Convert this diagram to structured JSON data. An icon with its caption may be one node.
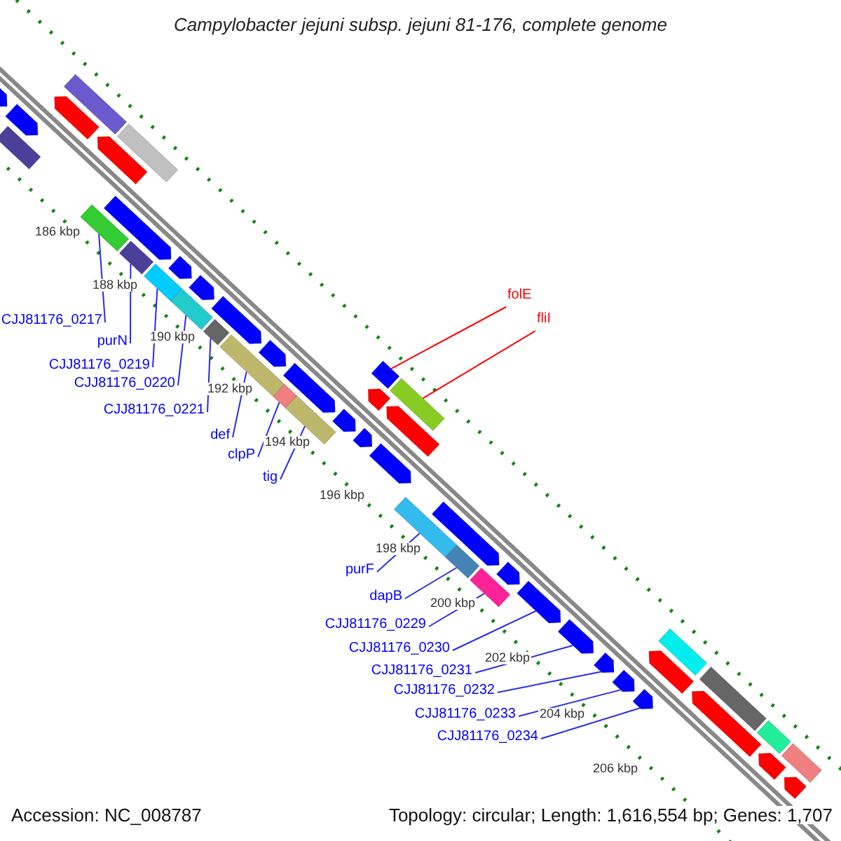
{
  "diagram": {
    "title": "Campylobacter jejuni subsp. jejuni 81-176, complete genome",
    "nodes": [
      {
        "text": [
          "CJJ81176_0217"
        ]
      },
      {
        "text": [
          "purN"
        ]
      },
      {
        "text": [
          "CJJ81176_0219"
        ]
      },
      {
        "text": [
          "CJJ81176_0220"
        ]
      },
      {
        "text": [
          "CJJ81176_0221"
        ]
      },
      {
        "text": [
          "def"
        ]
      },
      {
        "text": [
          "clpP"
        ]
      },
      {
        "text": [
          "tig"
        ]
      },
      {
        "text": [
          "folE"
        ]
      },
      {
        "text": [
          "fliI"
        ]
      },
      {
        "text": [
          "purF"
        ]
      },
      {
        "text": [
          "dapB"
        ]
      },
      {
        "text": [
          "CJJ81176_0229"
        ]
      },
      {
        "text": [
          "CJJ81176_0230"
        ]
      },
      {
        "text": [
          "CJJ81176_0231"
        ]
      },
      {
        "text": [
          "CJJ81176_0232"
        ]
      },
      {
        "text": [
          "CJJ81176_0233"
        ]
      },
      {
        "text": [
          "CJJ81176_0234"
        ]
      },
      {
        "text": [],
        "shape": "bar"
      },
      {
        "text": [],
        "shape": "bar"
      },
      {
        "text": [],
        "shape": "bar"
      },
      {
        "text": [],
        "shape": "bar"
      },
      {
        "text": [],
        "shape": "bar"
      },
      {
        "text": [],
        "shape": "bar"
      },
      {
        "text": [],
        "shape": "bar"
      },
      {
        "text": [],
        "shape": "bar"
      },
      {
        "text": [],
        "shape": "bar"
      },
      {
        "text": [],
        "shape": "bar"
      },
      {
        "text": [],
        "shape": "bar"
      },
      {
        "text": [],
        "shape": "bar"
      },
      {
        "text": [],
        "shape": "bar"
      },
      {
        "text": [],
        "shape": "bar"
      },
      {
        "text": [],
        "shape": "bar"
      },
      {
        "text": [],
        "shape": "bar"
      },
      {
        "text": [],
        "shape": "bar"
      },
      {
        "text": [],
        "shape": "bar"
      },
      {
        "text": [],
        "shape": "bar"
      },
      {
        "text": [],
        "shape": "bar"
      },
      {
        "text": [],
        "shape": "bar"
      },
      {
        "text": [],
        "shape": "bar"
      },
      {
        "text": [],
        "shape": "bar"
      },
      {
        "text": [],
        "shape": "bar"
      },
      {
        "text": [],
        "shape": "bar"
      },
      {
        "text": [],
        "shape": "bar"
      },
      {
        "text": [],
        "shape": "bar"
      },
      {
        "text": [],
        "shape": "bar"
      },
      {
        "text": [],
        "shape": "bar"
      },
      {
        "text": [],
        "shape": "bar"
      },
      {
        "text": [],
        "shape": "bar"
      },
      {
        "text": [],
        "shape": "bar"
      },
      {
        "text": [],
        "shape": "bar"
      },
      {
        "text": [],
        "shape": "bar"
      },
      {
        "text": [],
        "shape": "bar"
      },
      {
        "text": [],
        "shape": "bar"
      },
      {
        "text": [],
        "shape": "bar"
      },
      {
        "text": [],
        "shape": "bar"
      },
      {
        "text": [],
        "shape": "bar"
      },
      {
        "text": [],
        "shape": "bar"
      },
      {
        "text": [],
        "shape": "bar"
      },
      {
        "text": [],
        "shape": "bar"
      },
      {
        "text": [],
        "shape": "bar"
      },
      {
        "text": [],
        "shape": "bar"
      },
      {
        "text": [],
        "shape": "bar"
      },
      {
        "text": [],
        "shape": "bar"
      }
    ],
    "edges": [
      {
        "from": 0,
        "to": 18,
        "arrow": "none"
      },
      {
        "from": 1,
        "to": 19,
        "arrow": "none"
      },
      {
        "from": 2,
        "to": 20,
        "arrow": "none"
      },
      {
        "from": 3,
        "to": 21,
        "arrow": "none"
      },
      {
        "from": 4,
        "to": 22,
        "arrow": "none"
      },
      {
        "from": 5,
        "to": 23,
        "arrow": "none"
      },
      {
        "from": 6,
        "to": 24,
        "arrow": "none"
      },
      {
        "from": 7,
        "to": 25,
        "arrow": "none"
      },
      {
        "from": 8,
        "to": 26,
        "arrow": "none",
        "color": "#ff0000"
      },
      {
        "from": 9,
        "to": 27,
        "arrow": "none",
        "color": "#ff0000"
      },
      {
        "from": 10,
        "to": 28,
        "arrow": "none"
      },
      {
        "from": 11,
        "to": 29,
        "arrow": "none"
      },
      {
        "from": 12,
        "to": 30,
        "arrow": "none"
      },
      {
        "from": 13,
        "to": 31,
        "arrow": "none"
      },
      {
        "from": 14,
        "to": 32,
        "arrow": "none"
      },
      {
        "from": 15,
        "to": 33,
        "arrow": "none"
      },
      {
        "from": 16,
        "to": 34,
        "arrow": "none"
      },
      {
        "from": 17,
        "to": 35,
        "arrow": "none"
      }
    ],
    "labels": [
      "186 kbp",
      "188 kbp",
      "190 kbp",
      "192 kbp",
      "194 kbp",
      "196 kbp",
      "198 kbp",
      "200 kbp",
      "202 kbp",
      "204 kbp",
      "206 kbp",
      "Accession: NC_008787",
      "Topology: circular; Length: 1,616,554 bp; Genes: 1,707"
    ]
  }
}
